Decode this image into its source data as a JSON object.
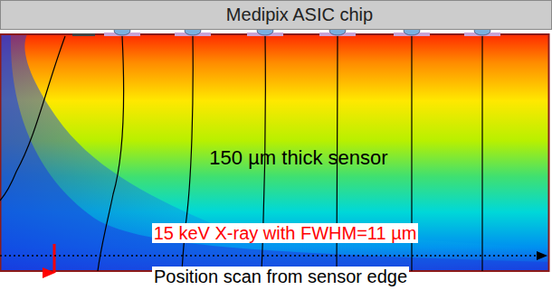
{
  "diagram": {
    "nodes": [
      {
        "text": [
          "Medipix ASIC chip"
        ]
      },
      {
        "text": [
          "150 µm thick sensor"
        ]
      }
    ],
    "labels": [
      "15 keV X-ray with FWHM=11 µm",
      "Position scan from sensor edge"
    ]
  }
}
